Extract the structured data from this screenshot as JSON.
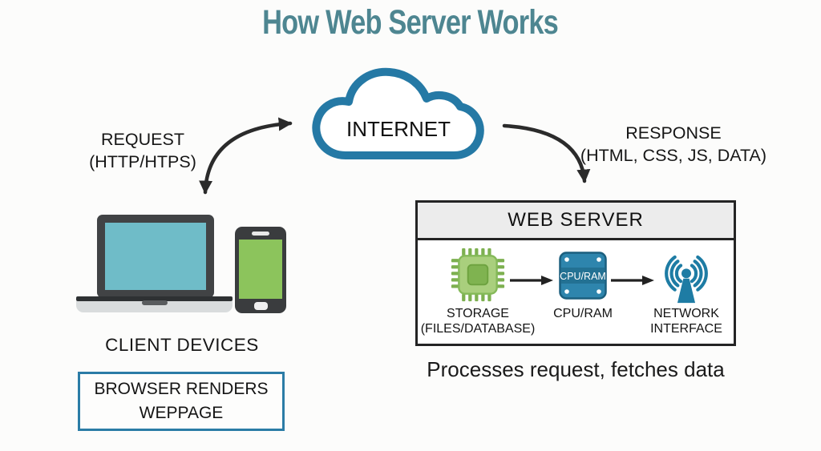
{
  "title": "How Web Server Works",
  "internet": {
    "label": "INTERNET"
  },
  "request": {
    "line1": "REQUEST",
    "line2": "(HTTP/HTPS)"
  },
  "response": {
    "line1": "RESPONSE",
    "line2": "(HTML, CSS, JS, DATA)"
  },
  "client": {
    "label": "CLIENT DEVICES",
    "note_line1": "BROWSER RENDERS",
    "note_line2": "WEPPAGE"
  },
  "server": {
    "title": "WEB SERVER",
    "components": [
      {
        "icon": "storage-chip-icon",
        "label1": "STORAGE",
        "label2": "(FILES/DATABASE)"
      },
      {
        "icon": "cpu-ram-icon",
        "chip_text": "CPU/RAM",
        "label1": "CPU/RAM"
      },
      {
        "icon": "network-interface-icon",
        "label1": "NETWORK",
        "label2": "INTERFACE"
      }
    ],
    "caption": "Processes request, fetches data"
  },
  "icons": [
    "cloud-icon",
    "laptop-icon",
    "smartphone-icon",
    "storage-chip-icon",
    "cpu-ram-icon",
    "network-interface-icon",
    "curved-arrow-request",
    "curved-arrow-response",
    "flow-arrow"
  ],
  "colors": {
    "title": "#4e8691",
    "cloud_outline": "#2579a5",
    "arrow": "#2b2b2b",
    "laptop_screen": "#6fbcc8",
    "phone_screen": "#8cc45c",
    "chip_green": "#7fb350",
    "cpu_blue": "#2e85ad",
    "network_blue": "#1e7ca4",
    "note_box_border": "#2b7ca6",
    "server_header_bg": "#ececec",
    "server_border": "#242424",
    "text": "#1b1b1b",
    "background": "#fcfcfb"
  }
}
